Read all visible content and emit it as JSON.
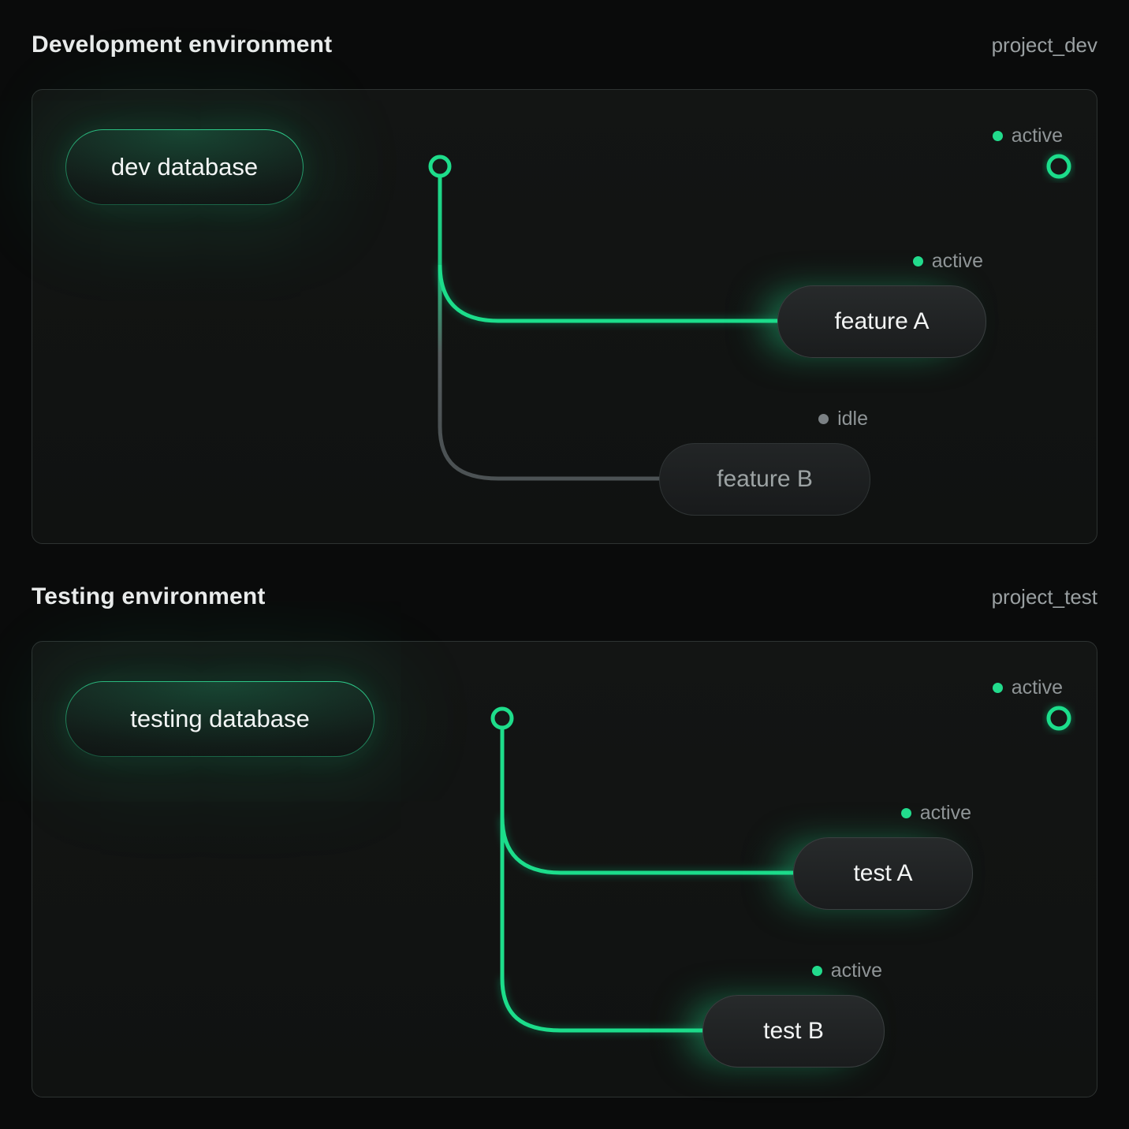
{
  "colors": {
    "background": "#0a0b0b",
    "panel_background": "#131514",
    "panel_border": "#2e3332",
    "accent_green": "#1edd8b",
    "idle_gray": "#4c5254",
    "status_text_gray": "#8f9597",
    "pill_text_white": "#f3f5f5",
    "idle_text_gray": "#9da3a4"
  },
  "sections": [
    {
      "title": "Development environment",
      "project_label": "project_dev",
      "database": {
        "label": "dev database"
      },
      "main_branch_status": "active",
      "branches": [
        {
          "label": "feature A",
          "status": "active"
        },
        {
          "label": "feature B",
          "status": "idle"
        }
      ]
    },
    {
      "title": "Testing environment",
      "project_label": "project_test",
      "database": {
        "label": "testing database"
      },
      "main_branch_status": "active",
      "branches": [
        {
          "label": "test A",
          "status": "active"
        },
        {
          "label": "test B",
          "status": "active"
        }
      ]
    }
  ]
}
